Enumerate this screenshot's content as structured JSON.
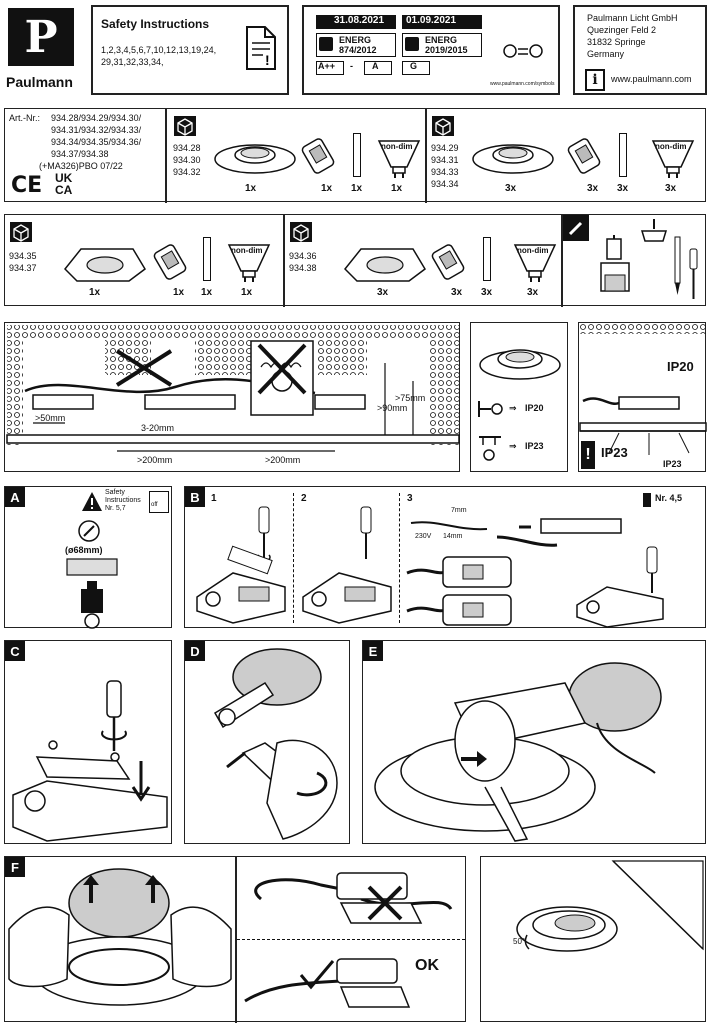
{
  "brand": {
    "logo_letter": "P",
    "name": "Paulmann"
  },
  "safety": {
    "title": "Safety  Instructions",
    "pages": "1,2,3,4,5,6,7,10,12,13,19,24,",
    "pages2": "29,31,32,33,34,"
  },
  "energy": {
    "date1": "31.08.2021",
    "date2": "01.09.2021",
    "label1": "ENERG",
    "reg1": "874/2012",
    "label2": "ENERG",
    "reg2": "2019/2015",
    "class1_from": "A++",
    "class1_dash": "-",
    "class1_to": "A",
    "class2": "G",
    "link": "www.paulmann.com/symbols"
  },
  "company": {
    "name": "Paulmann Licht GmbH",
    "street": "Quezinger Feld 2",
    "city": "31832 Springe",
    "country": "Germany",
    "web": "www.paulmann.com",
    "info_icon": "i"
  },
  "articles": {
    "label": "Art.-Nr.:",
    "lines": [
      "934.28/934.29/934.30/",
      "934.31/934.32/934.33/",
      "934.34/934.35/934.36/",
      "934.37/934.38",
      "(+MA326)PBO 07/22"
    ],
    "marks": {
      "ce": "CE",
      "ukca1": "UK",
      "ukca2": "CA"
    }
  },
  "kits": {
    "k1": {
      "models": [
        "934.28",
        "934.30",
        "934.32"
      ],
      "qty": "1x",
      "badge": "non-dim"
    },
    "k2": {
      "models": [
        "934.29",
        "934.31",
        "934.33",
        "934.34"
      ],
      "qty": "3x",
      "badge": "non-dim"
    },
    "k3": {
      "models": [
        "934.35",
        "934.37"
      ],
      "qty": "1x",
      "badge": "non-dim"
    },
    "k4": {
      "models": [
        "934.36",
        "934.38"
      ],
      "qty": "3x",
      "badge": "non-dim"
    }
  },
  "ceiling": {
    "d50": ">50mm",
    "d3_20": "3-20mm",
    "d200a": ">200mm",
    "d200b": ">200mm",
    "d75": ">75mm",
    "d90": ">90mm"
  },
  "ip": {
    "ip20": "IP20",
    "ip23": "IP23",
    "ip20b": "IP20",
    "ip23b": "IP23",
    "ip23c": "IP23",
    "arrow": "⇒"
  },
  "stepA": {
    "letter": "A",
    "safety": "Safety",
    "instructions": "Instructions",
    "nr": "Nr. 5,7",
    "diameter": "(ø68mm)",
    "off": "off"
  },
  "stepB": {
    "letter": "B",
    "s1": "1",
    "s2": "2",
    "s3": "3",
    "w7": "7mm",
    "w14": "14mm",
    "v230": "230V",
    "nr": "Nr. 4,5"
  },
  "stepC": {
    "letter": "C"
  },
  "stepD": {
    "letter": "D"
  },
  "stepE": {
    "letter": "E"
  },
  "stepF": {
    "letter": "F",
    "ok": "OK",
    "angle": "50°"
  }
}
